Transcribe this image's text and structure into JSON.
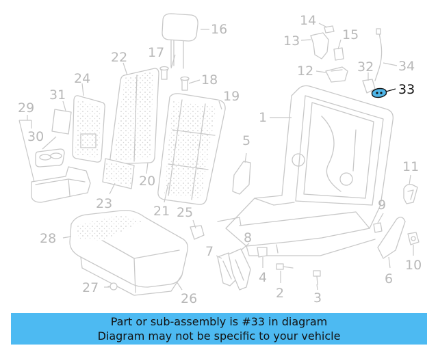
{
  "callouts": {
    "c1": "1",
    "c2": "2",
    "c3": "3",
    "c4": "4",
    "c5": "5",
    "c6": "6",
    "c7": "7",
    "c8": "8",
    "c9": "9",
    "c10": "10",
    "c11": "11",
    "c12": "12",
    "c13": "13",
    "c14": "14",
    "c15": "15",
    "c16": "16",
    "c17": "17",
    "c18": "18",
    "c19": "19",
    "c20": "20",
    "c21": "21",
    "c22": "22",
    "c23": "23",
    "c24": "24",
    "c25": "25",
    "c26": "26",
    "c27": "27",
    "c28": "28",
    "c29": "29",
    "c30": "30",
    "c31": "31",
    "c32": "32",
    "c33": "33",
    "c34": "34"
  },
  "highlight_part": "33",
  "highlight_color": "#4fb6e8",
  "banner": {
    "line1": "Part or sub-assembly is #33 in diagram",
    "line2": "Diagram may not be specific to your vehicle",
    "color": "#4dbaf2"
  }
}
